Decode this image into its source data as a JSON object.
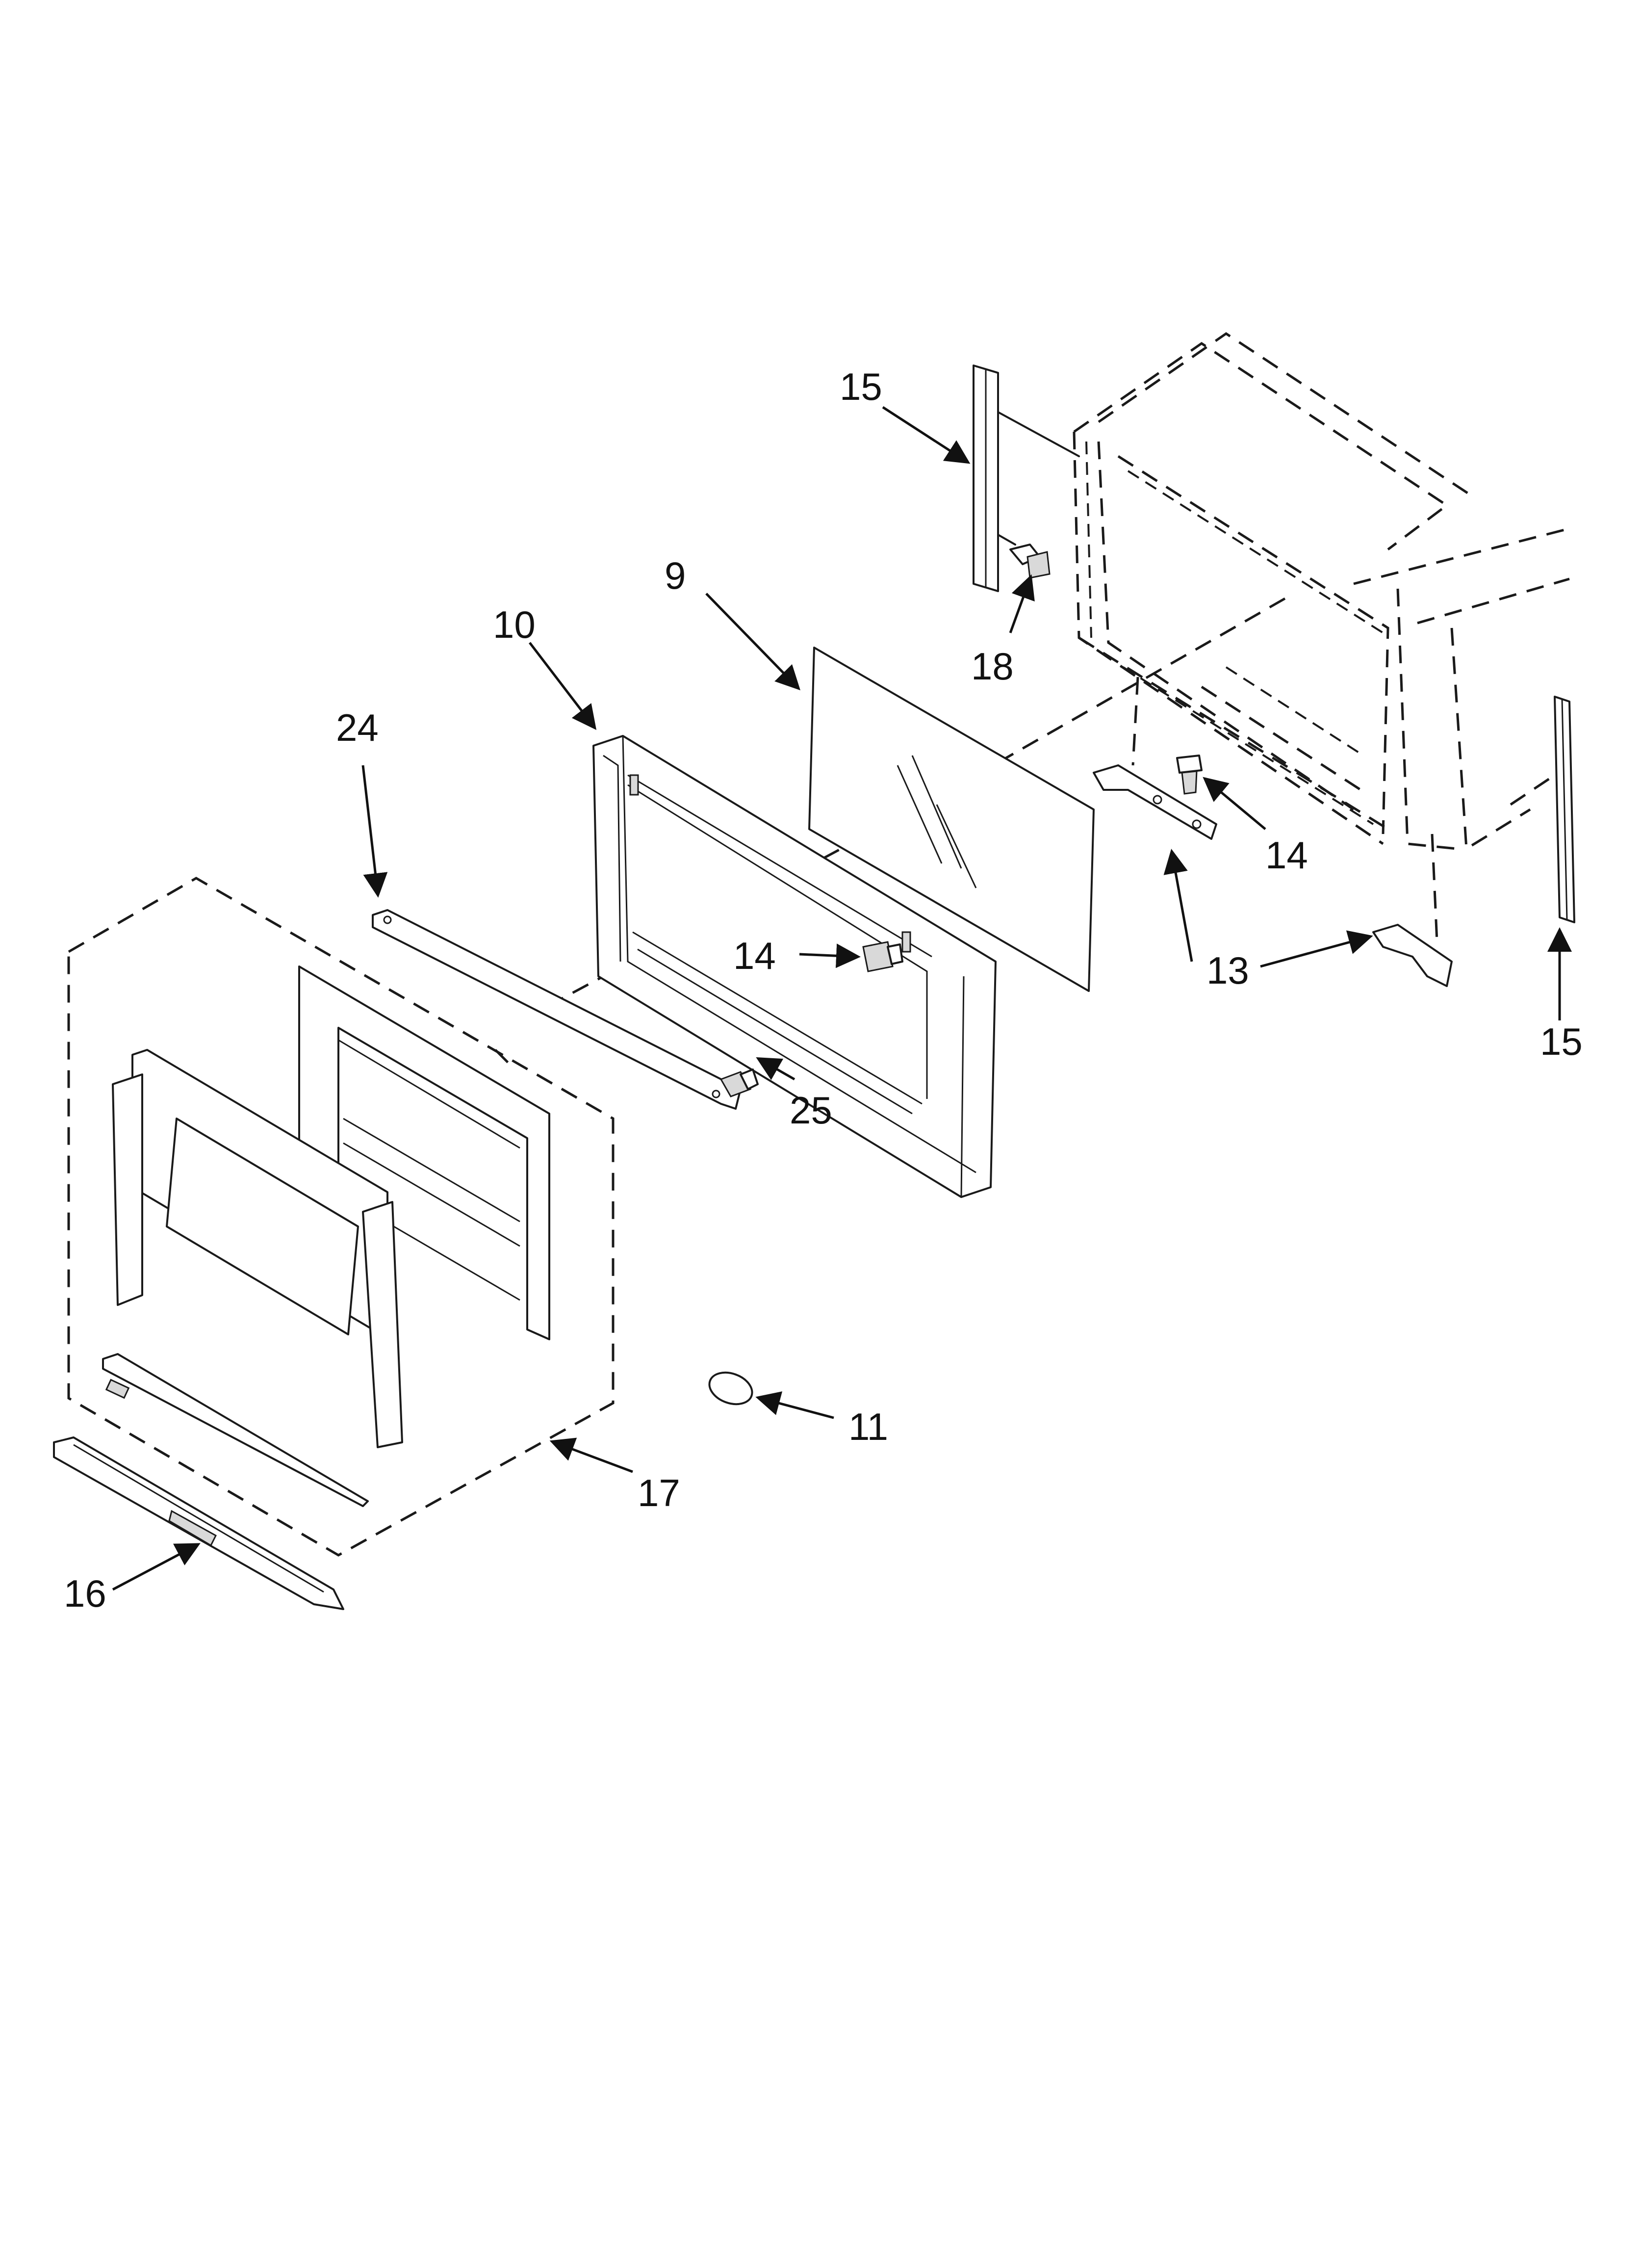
{
  "diagram": {
    "callouts": {
      "c15_top": "15",
      "c18": "18",
      "c9": "9",
      "c10": "10",
      "c24": "24",
      "c14_right": "14",
      "c14_mid": "14",
      "c13": "13",
      "c15_right": "15",
      "c25": "25",
      "c11": "11",
      "c17": "17",
      "c16": "16"
    }
  }
}
